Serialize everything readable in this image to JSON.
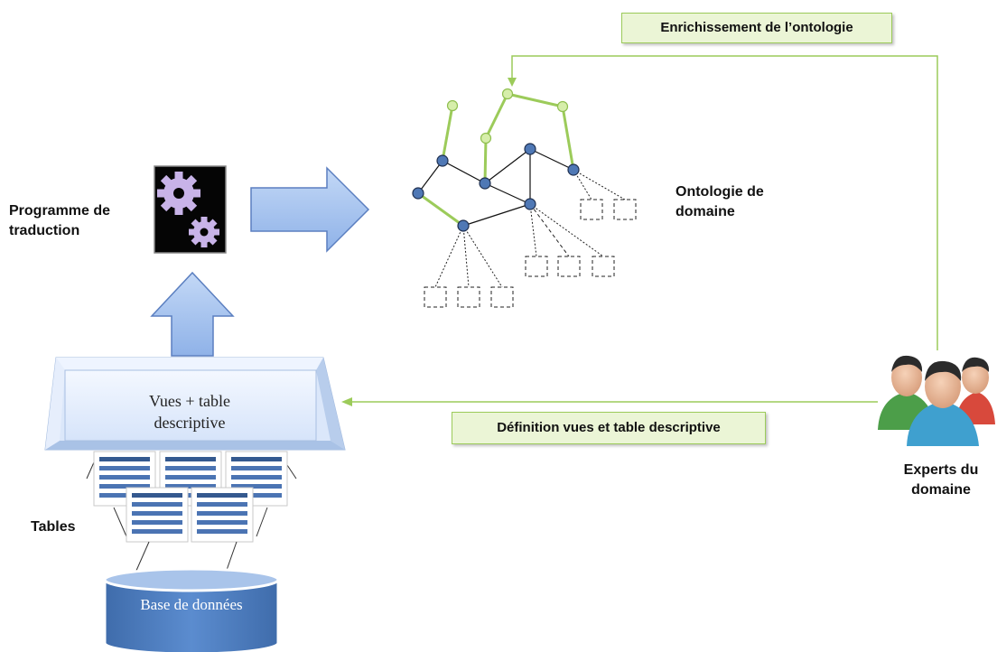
{
  "labels": {
    "translator": "Programme de\ntraduction",
    "ontology": "Ontologie de\ndomaine",
    "experts": "Experts du\ndomaine",
    "tables": "Tables",
    "views": "Vues + table\ndescriptive",
    "database": "Base de données"
  },
  "tags": {
    "enrichment": "Enrichissement de l’ontologie",
    "definition": "Définition vues et table descriptive"
  },
  "colors": {
    "arrow_fill": "#a9c7f0",
    "arrow_stroke": "#5b7fc0",
    "green_line": "#9ccb5a",
    "node_blue": "#4f78b5",
    "node_green": "#c9e79a",
    "gear": "#c8b3e8",
    "db_blue": "#4f7fc0"
  },
  "icons": [
    "gears-icon",
    "users-icon",
    "database-icon"
  ]
}
